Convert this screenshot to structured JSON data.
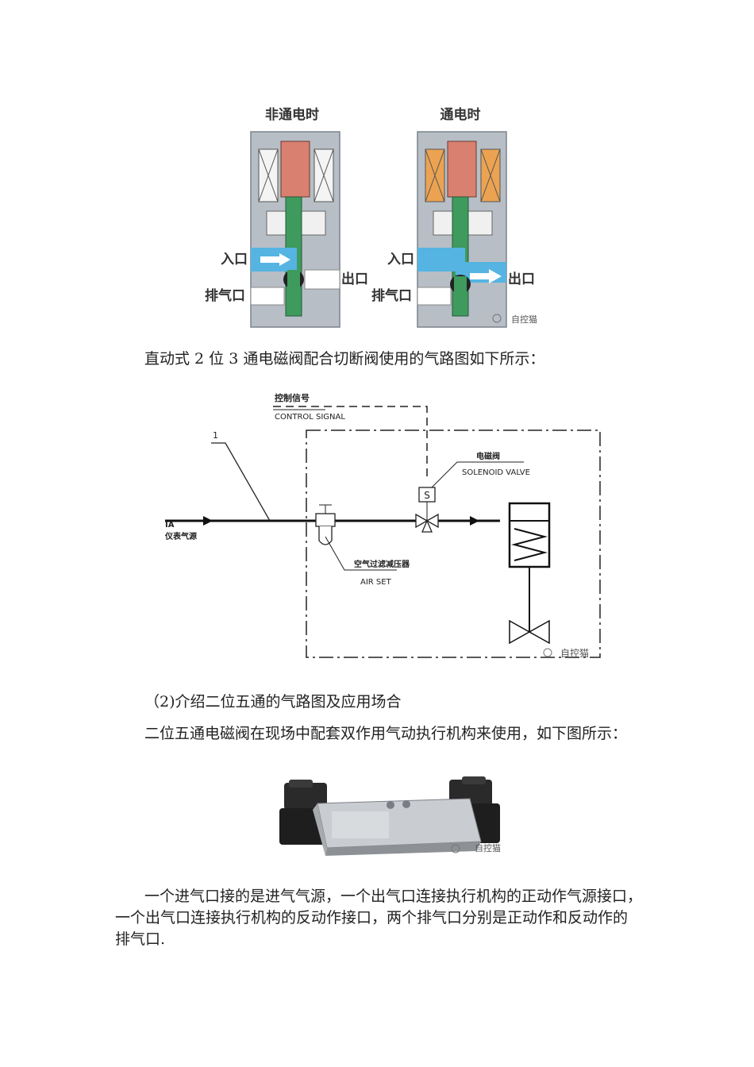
{
  "figure1": {
    "left_title": "非通电时",
    "right_title": "通电时",
    "inlet": "入口",
    "outlet": "出口",
    "exhaust": "排气口",
    "watermark": "自控猫",
    "colors": {
      "body": "#b9c0c8",
      "coil": "#e6a15a",
      "core": "#d9816a",
      "stem": "#3f9a5e",
      "flow": "#4fb0e0"
    }
  },
  "caption1": "直动式 2 位 3 通电磁阀配合切断阀使用的气路图如下所示：",
  "figure2": {
    "control_signal_cn": "控制信号",
    "control_signal_en": "CONTROL SIGNAL",
    "solenoid_valve_cn": "电磁阀",
    "solenoid_valve_en": "SOLENOID VALVE",
    "solenoid_symbol": "S",
    "leader_number": "1",
    "ia": "IA",
    "ia_cn": "仪表气源",
    "air_set_cn": "空气过滤减压器",
    "air_set_en": "AIR SET",
    "watermark": "自控猫"
  },
  "heading2": "（2)介绍二位五通的气路图及应用场合",
  "caption2": "二位五通电磁阀在现场中配套双作用气动执行机构来使用，如下图所示：",
  "figure3": {
    "watermark": "自控猫"
  },
  "paragraph": {
    "line1": "一个进气口接的是进气气源，一个出气口连接执行机构的正动作气源接口，",
    "line2": "一个出气口连接执行机构的反动作接口，两个排气口分别是正动作和反动作的",
    "line3": "排气口."
  }
}
